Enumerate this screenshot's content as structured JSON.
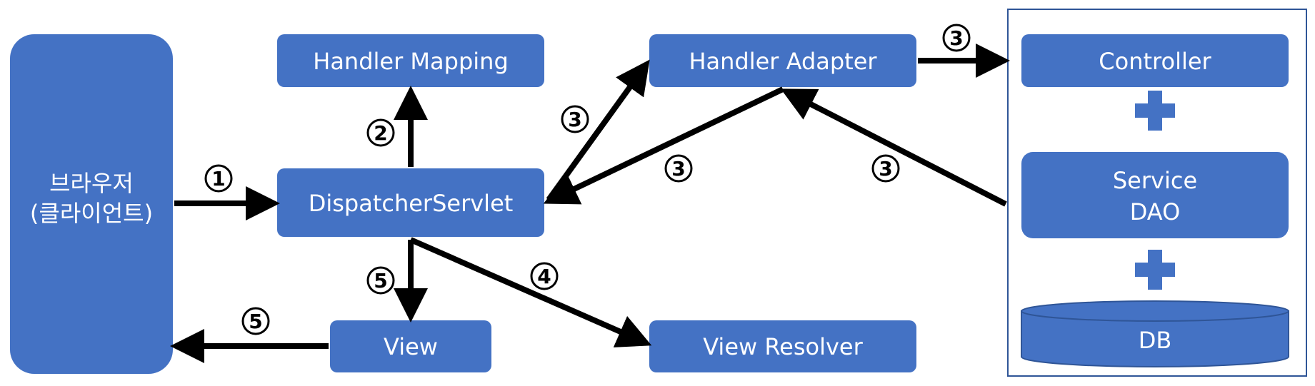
{
  "nodes": {
    "browser": {
      "line1": "브라우저",
      "line2": "(클라이언트)"
    },
    "handler_mapping": "Handler Mapping",
    "dispatcher_servlet": "DispatcherServlet",
    "handler_adapter": "Handler Adapter",
    "view": "View",
    "view_resolver": "View Resolver",
    "controller": "Controller",
    "service": "Service",
    "dao": "DAO",
    "db": "DB"
  },
  "steps": {
    "browser_to_dispatcher": "1",
    "dispatcher_to_mapping": "2",
    "dispatcher_to_adapter": "3",
    "adapter_to_dispatcher": "3",
    "adapter_to_controller": "3",
    "controller_to_adapter": "3",
    "dispatcher_to_resolver": "4",
    "dispatcher_to_view": "5",
    "view_to_browser": "5"
  },
  "colors": {
    "box": "#4472c4",
    "text": "#ffffff",
    "arrow": "#000000",
    "container_border": "#2f5597",
    "db_edge": "#2f5597"
  }
}
